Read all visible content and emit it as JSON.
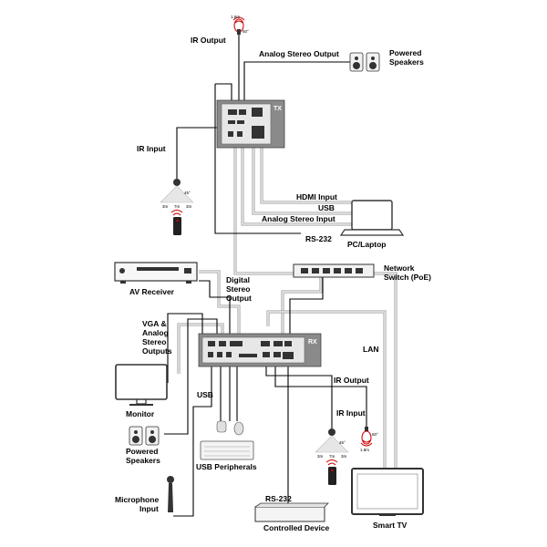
{
  "labels": {
    "ir_output_top": "IR Output",
    "analog_stereo_output": "Analog Stereo Output",
    "powered_speakers_top": "Powered Speakers",
    "ir_input_top": "IR Input",
    "hdmi_input": "HDMI Input",
    "usb_top": "USB",
    "analog_stereo_input": "Analog Stereo Input",
    "pc_laptop": "PC/Laptop",
    "rs232_top": "RS-232",
    "network_switch": "Network Switch (PoE)",
    "av_receiver": "AV Receiver",
    "digital_stereo_output": "Digital Stereo Output",
    "vga_analog_outputs": "VGA & Analog Stereo Outputs",
    "monitor": "Monitor",
    "usb_bottom": "USB",
    "lan": "LAN",
    "ir_output_bottom": "IR Output",
    "ir_input_bottom": "IR Input",
    "powered_speakers_bottom": "Powered Speakers",
    "usb_peripherals": "USB Peripherals",
    "microphone_input": "Microphone Input",
    "rs232_bottom": "RS-232",
    "controlled_device": "Controlled Device",
    "smart_tv": "Smart TV"
  },
  "devices": {
    "tx_badge": "TX",
    "rx_badge": "RX"
  },
  "ir_emitter_top": {
    "length": "1.5m",
    "angle": "60°"
  },
  "ir_receiver_top": {
    "angle": "45°",
    "range_left": "3m",
    "range_center": "7m",
    "range_right": "3m"
  },
  "ir_receiver_bottom": {
    "angle": "45°",
    "range_left": "3m",
    "range_center": "7m",
    "range_right": "3m"
  },
  "ir_emitter_bottom": {
    "angle": "60°",
    "length": "1.8m"
  }
}
